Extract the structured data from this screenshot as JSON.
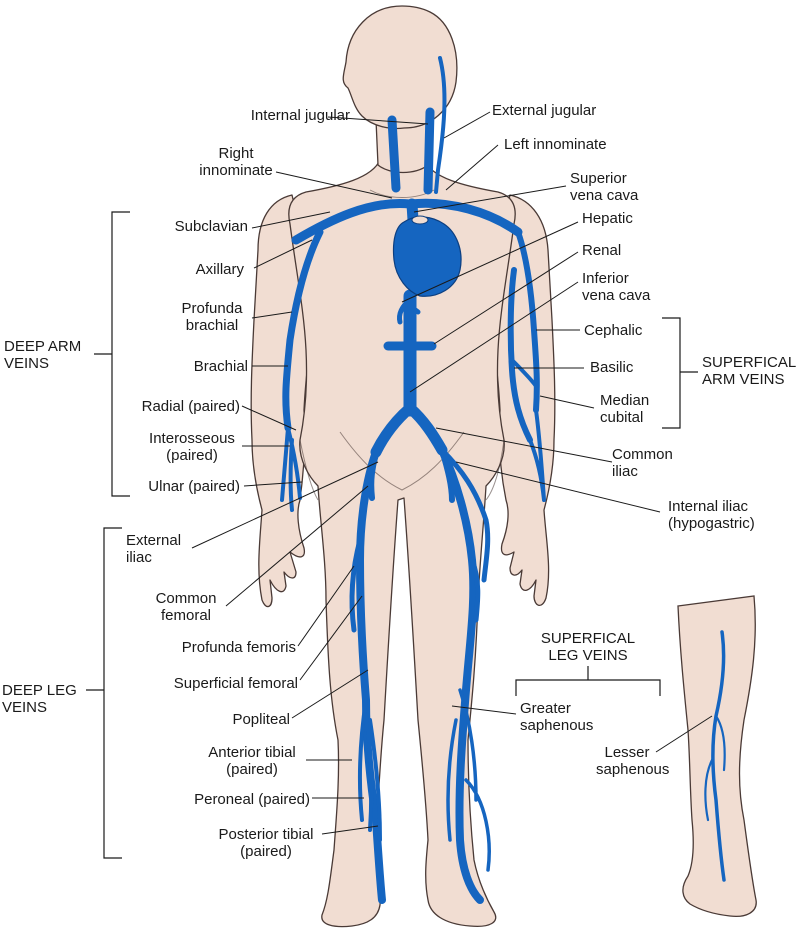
{
  "colors": {
    "skin": "#f1ddd2",
    "vein": "#1565c0",
    "outline": "#4a3a36",
    "leader": "#1a1a1a"
  },
  "labels": {
    "internal_jugular": "Internal jugular",
    "external_jugular": "External jugular",
    "left_innominate": "Left innominate",
    "right_innominate": "Right\ninnominate",
    "superior_vena_cava": "Superior\nvena cava",
    "subclavian": "Subclavian",
    "hepatic": "Hepatic",
    "axillary": "Axillary",
    "renal": "Renal",
    "inferior_vena_cava": "Inferior\nvena cava",
    "profunda_brachial": "Profunda\nbrachial",
    "cephalic": "Cephalic",
    "brachial": "Brachial",
    "basilic": "Basilic",
    "radial": "Radial (paired)",
    "median_cubital": "Median\ncubital",
    "interosseous": "Interosseous\n(paired)",
    "common_iliac": "Common\niliac",
    "ulnar": "Ulnar (paired)",
    "internal_iliac": "Internal iliac\n(hypogastric)",
    "external_iliac": "External\niliac",
    "common_femoral": "Common\nfemoral",
    "profunda_femoris": "Profunda femoris",
    "superficial_femoral": "Superficial femoral",
    "popliteal": "Popliteal",
    "anterior_tibial": "Anterior tibial\n(paired)",
    "peroneal": "Peroneal (paired)",
    "posterior_tibial": "Posterior tibial\n(paired)",
    "greater_saphenous": "Greater\nsaphenous",
    "lesser_saphenous": "Lesser\nsaphenous"
  },
  "groups": {
    "deep_arm": "DEEP ARM\nVEINS",
    "superficial_arm": "SUPERFICAL\nARM VEINS",
    "deep_leg": "DEEP LEG\nVEINS",
    "superficial_leg": "SUPERFICAL\nLEG VEINS"
  }
}
